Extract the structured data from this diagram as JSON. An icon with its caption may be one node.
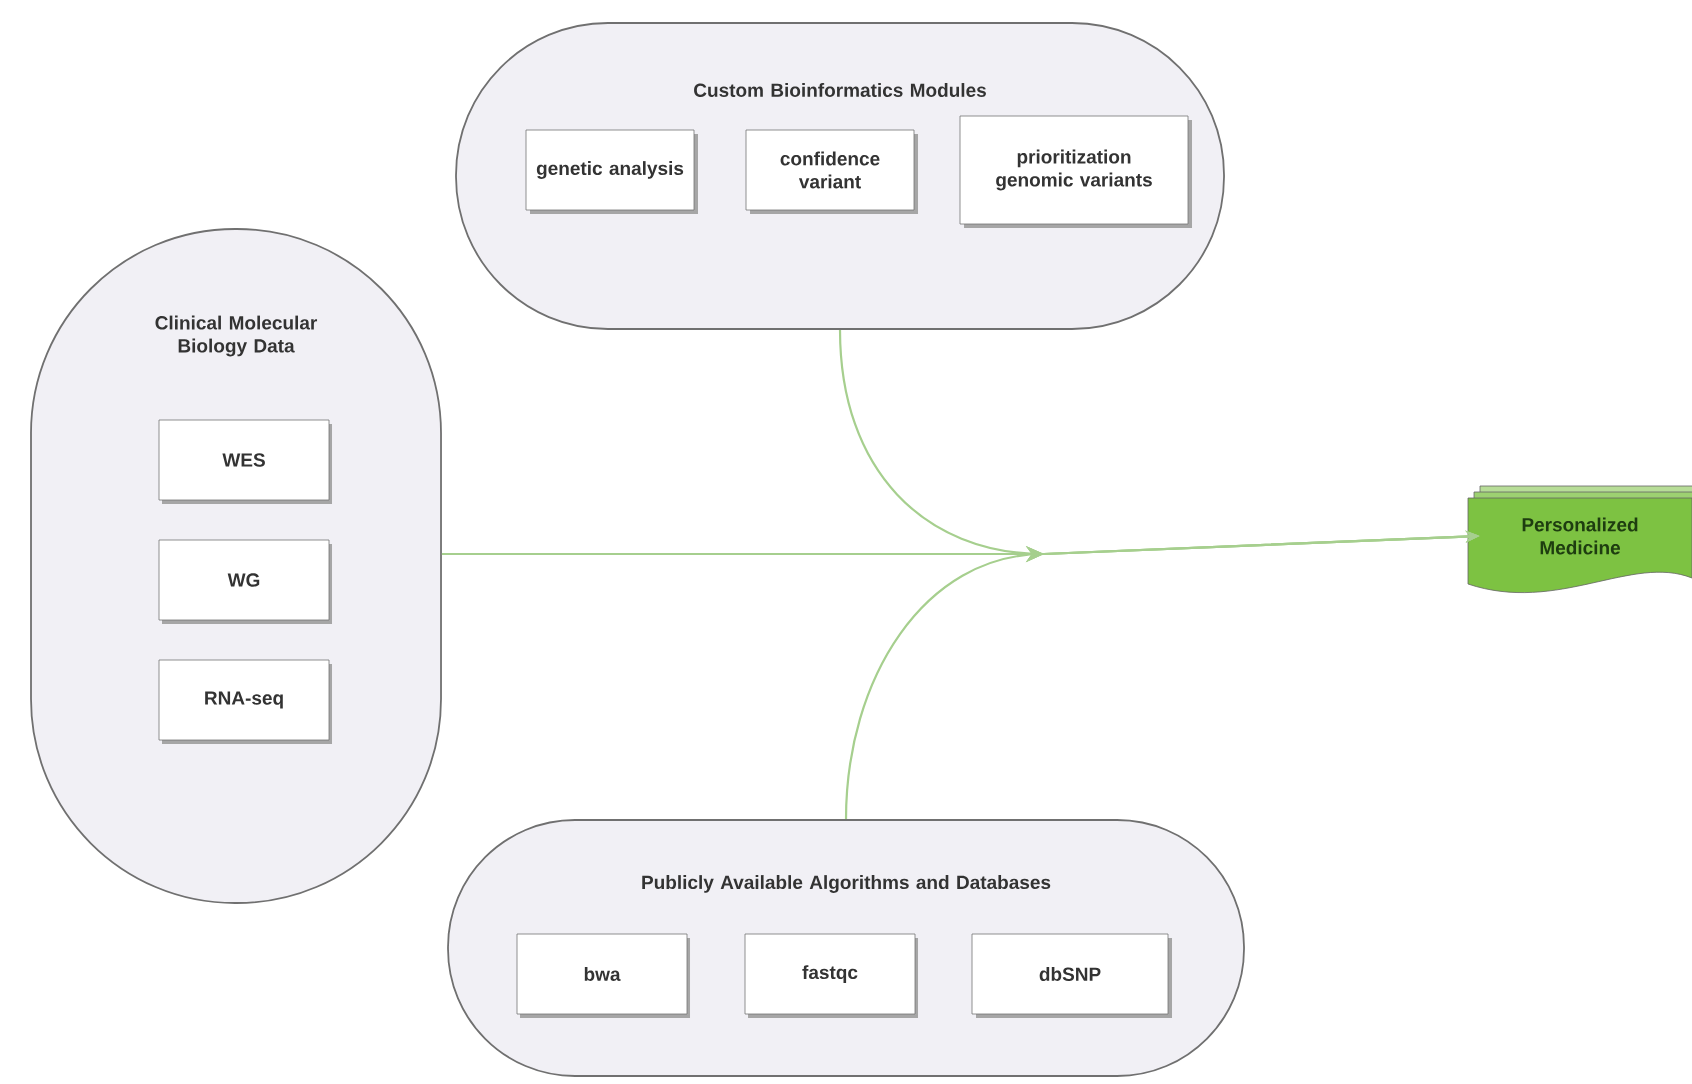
{
  "diagram": {
    "nodes": [
      {
        "text": [
          "Custom Bioinformatics Modules"
        ]
      },
      {
        "text": [
          "genetic analysis"
        ],
        "in": 0
      },
      {
        "text": [
          "confidence variant"
        ],
        "in": 0
      },
      {
        "text": [
          "prioritization genomic variants"
        ],
        "in": 0
      },
      {
        "text": [
          "Clinical Molecular Biology Data"
        ]
      },
      {
        "text": [
          "WES"
        ],
        "in": 4
      },
      {
        "text": [
          "WG"
        ],
        "in": 4
      },
      {
        "text": [
          "RNA-seq"
        ],
        "in": 4
      },
      {
        "text": [
          "Publicly Available Algorithms and Databases"
        ]
      },
      {
        "text": [
          "bwa"
        ],
        "in": 8
      },
      {
        "text": [
          "fastqc"
        ],
        "in": 8
      },
      {
        "text": [
          "dbSNP"
        ],
        "in": 8
      },
      {
        "text": [
          "Personalized Medicine"
        ]
      }
    ],
    "edges": [
      {
        "from": 0,
        "to": 12,
        "arrow": "to"
      },
      {
        "from": 4,
        "to": 12,
        "arrow": "to"
      },
      {
        "from": 8,
        "to": 12,
        "arrow": "to"
      }
    ]
  }
}
